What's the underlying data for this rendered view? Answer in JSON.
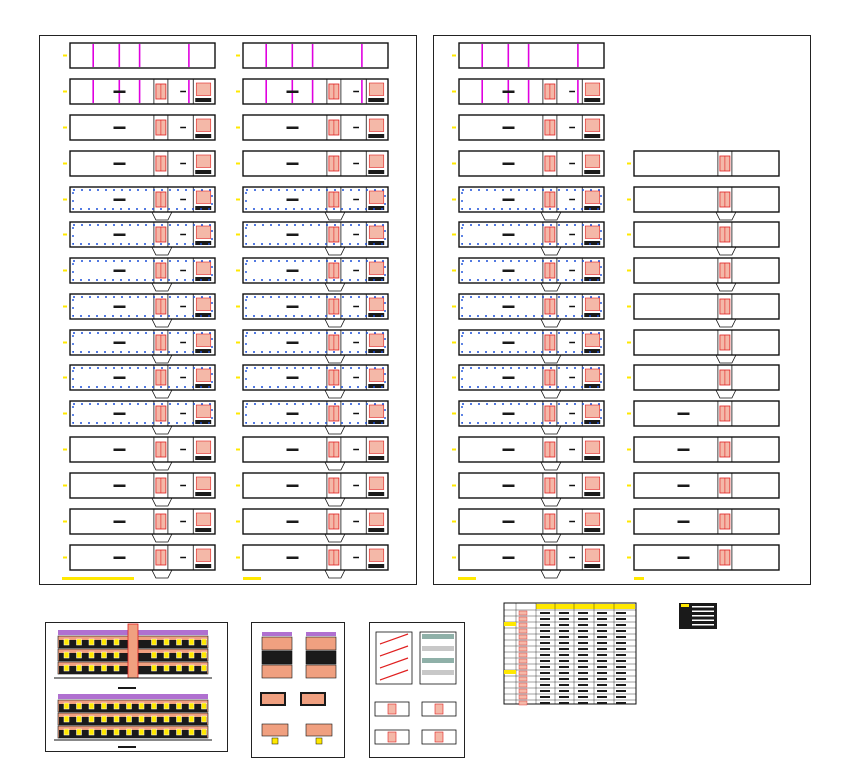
{
  "drawing": {
    "sheets": [
      {
        "name": "floor-plans-sheet-1",
        "columns": 2,
        "rows": 15
      },
      {
        "name": "floor-plans-sheet-2",
        "columns": 2,
        "rows": 15
      }
    ],
    "detail_sheets": [
      "elevation-sheet",
      "section-sheet",
      "stair-detail-sheet",
      "schedule-table",
      "legend-table"
    ]
  },
  "colors": {
    "line": "#111111",
    "magenta": "#e000e0",
    "blue_dash": "#1a4fd8",
    "red": "#e02020",
    "pink_fill": "#f4b8a8",
    "yellow": "#ffe800",
    "purple_roof": "#b070d0",
    "dark_fill": "#1a1a1a",
    "salmon": "#f0a080"
  }
}
